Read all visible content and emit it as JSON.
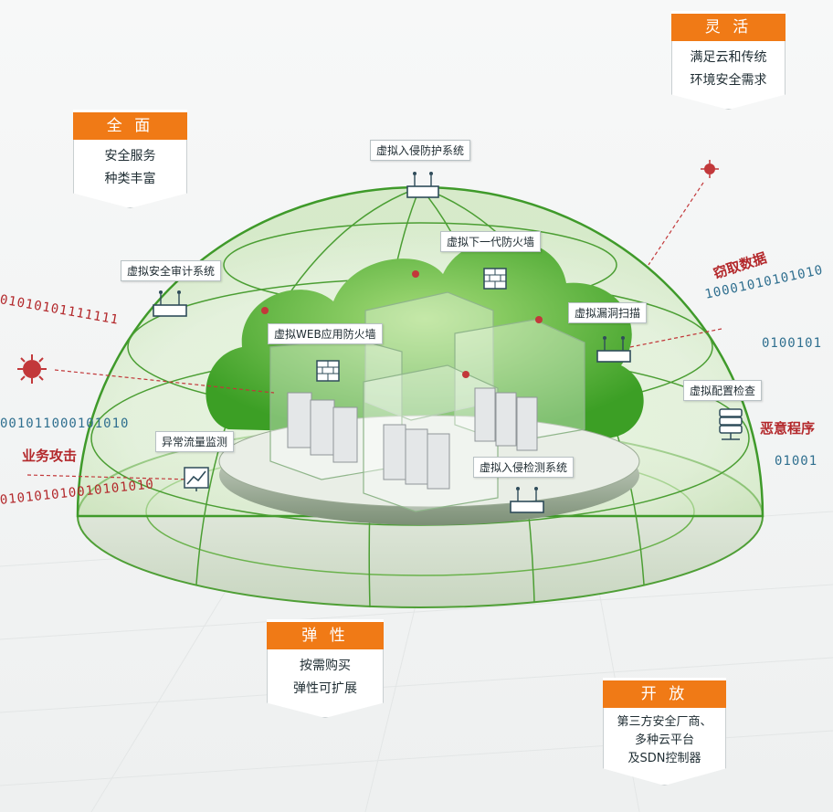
{
  "callouts": {
    "comprehensive": {
      "title": "全 面",
      "line1": "安全服务",
      "line2": "种类丰富"
    },
    "flexible": {
      "title": "灵 活",
      "line1": "满足云和传统",
      "line2": "环境安全需求"
    },
    "elastic": {
      "title": "弹 性",
      "line1": "按需购买",
      "line2": "弹性可扩展"
    },
    "open": {
      "title": "开 放",
      "line1": "第三方安全厂商、",
      "line2": "多种云平台",
      "line3": "及SDN控制器"
    }
  },
  "labels": {
    "ips": "虚拟入侵防护系统",
    "ngfw": "虚拟下一代防火墙",
    "audit": "虚拟安全审计系统",
    "waf": "虚拟WEB应用防火墙",
    "vuln_scan": "虚拟漏洞扫描",
    "config_check": "虚拟配置检查",
    "anomaly": "异常流量监测",
    "ids": "虚拟入侵检测系统"
  },
  "threats": {
    "steal": "窃取数据",
    "malware": "恶意程序",
    "attack": "业务攻击"
  },
  "binary": {
    "b1": "01010101111111",
    "b2": "001011000101010",
    "b3": "010101010010101010",
    "b4": "10001010101010",
    "b5": "0100101",
    "b6": "01001"
  },
  "colors": {
    "orange": "#f07a16",
    "green": "#4fae2e",
    "red": "#b3282b",
    "blue": "#2f6f8f"
  },
  "icons": [
    "virus-icon",
    "router-icon",
    "firewall-icon",
    "database-icon",
    "chart-icon"
  ]
}
